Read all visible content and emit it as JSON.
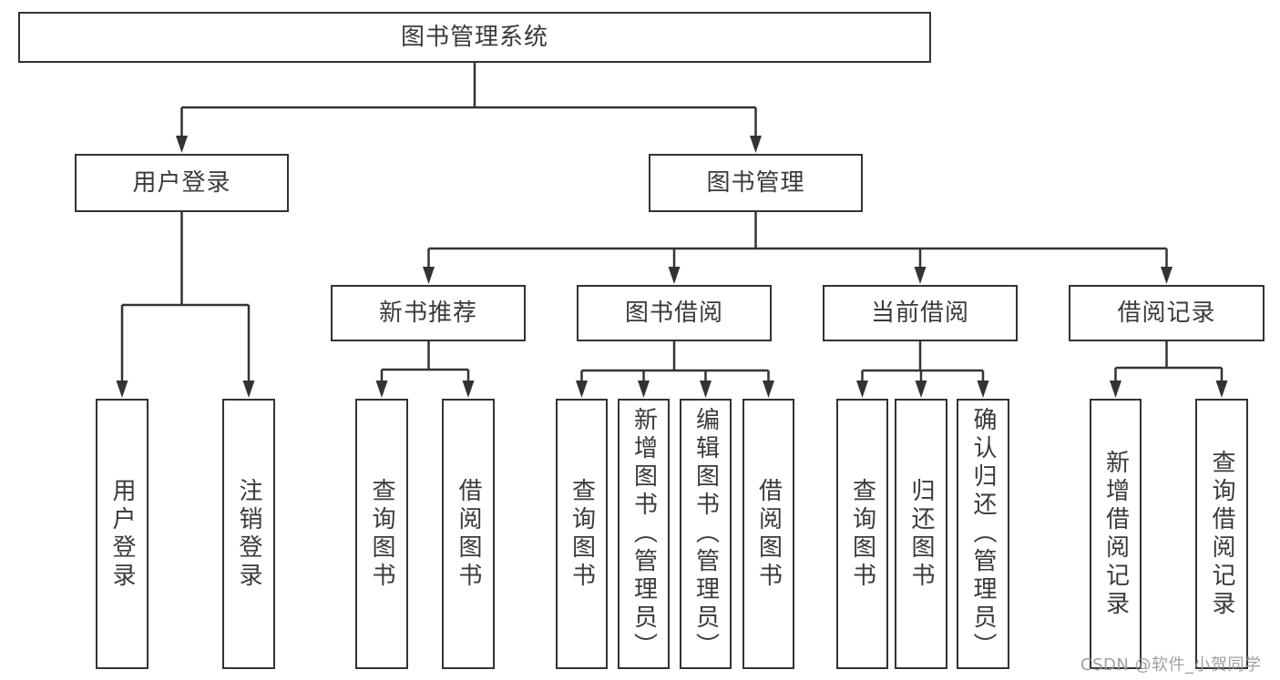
{
  "diagram": {
    "title": "图书管理系统",
    "root": {
      "label": "图书管理系统"
    },
    "branches": [
      {
        "label": "用户登录",
        "children": [
          {
            "label": "用户登录"
          },
          {
            "label": "注销登录"
          }
        ]
      },
      {
        "label": "图书管理",
        "children": [
          {
            "label": "新书推荐",
            "children": [
              {
                "label": "查询图书"
              },
              {
                "label": "借阅图书"
              }
            ]
          },
          {
            "label": "图书借阅",
            "children": [
              {
                "label": "查询图书"
              },
              {
                "label": "新增图书（管理员）"
              },
              {
                "label": "编辑图书（管理员）"
              },
              {
                "label": "借阅图书"
              }
            ]
          },
          {
            "label": "当前借阅",
            "children": [
              {
                "label": "查询图书"
              },
              {
                "label": "归还图书"
              },
              {
                "label": "确认归还（管理员）"
              }
            ]
          },
          {
            "label": "借阅记录",
            "children": [
              {
                "label": "新增借阅记录"
              },
              {
                "label": "查询借阅记录"
              }
            ]
          }
        ]
      }
    ]
  },
  "watermark": {
    "text": "CSDN @软件_小贺同学"
  },
  "colors": {
    "line": "#333333",
    "box_border": "#333333",
    "text": "#3a3a3a",
    "watermark": "#989898",
    "background": "#ffffff"
  }
}
